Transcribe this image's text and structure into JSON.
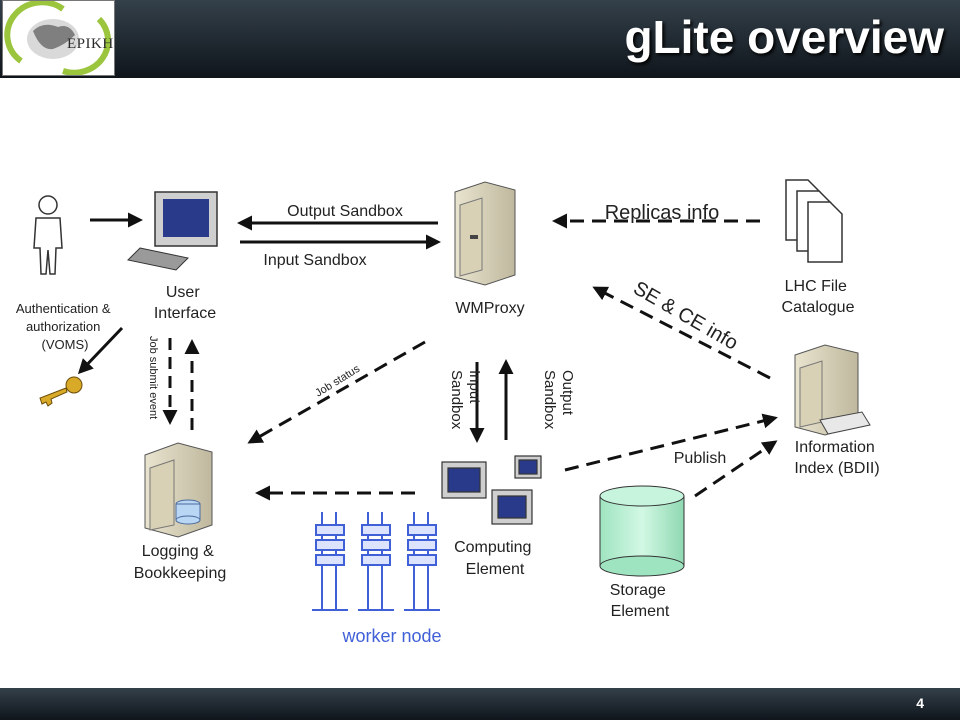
{
  "header": {
    "title": "gLite overview",
    "logo_text": "EPIKH"
  },
  "footer": {
    "page_number": "4"
  },
  "diagram": {
    "nodes": {
      "user_interface": [
        "User",
        "Interface"
      ],
      "auth": [
        "Authentication &",
        "authorization",
        "(VOMS)"
      ],
      "wmproxy": "WMProxy",
      "lhc": [
        "LHC File",
        "Catalogue"
      ],
      "info_index": [
        "Information",
        "Index (BDII)"
      ],
      "logging": [
        "Logging &",
        "Bookkeeping"
      ],
      "computing": [
        "Computing",
        "Element"
      ],
      "storage": [
        "Storage",
        "Element"
      ],
      "worker": "worker node"
    },
    "edges": {
      "output_sandbox": "Output Sandbox",
      "input_sandbox": "Input Sandbox",
      "replicas_info": "Replicas info",
      "se_ce_info": "SE & CE info",
      "job_submit_event": "Job submit event",
      "job_status": "Job status",
      "input_sandbox_v": [
        "Input",
        "Sandbox"
      ],
      "output_sandbox_v": [
        "Output",
        "Sandbox"
      ],
      "publish": "Publish"
    },
    "colors": {
      "storage_fill": "#b5f0d2",
      "worker_blue": "#4060d8",
      "arrow": "#111111"
    }
  }
}
